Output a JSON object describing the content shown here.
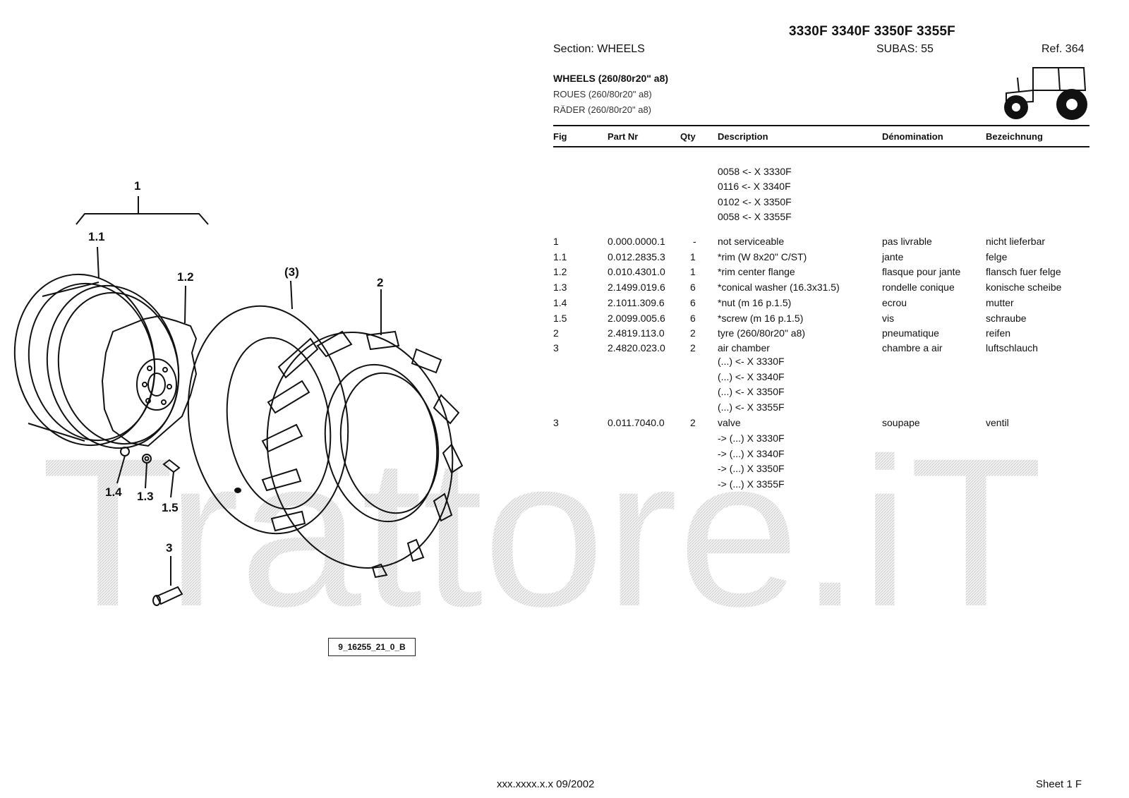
{
  "watermark_text": "Trattore.iT",
  "header": {
    "models": "3330F 3340F 3350F 3355F",
    "section": "Section: WHEELS",
    "subas": "SUBAS: 55",
    "ref": "Ref. 364"
  },
  "title": {
    "en": "WHEELS (260/80r20\" a8)",
    "fr": "ROUES (260/80r20\" a8)",
    "de": "RÄDER (260/80r20\" a8)"
  },
  "columns": {
    "fig": "Fig",
    "part": "Part Nr",
    "qty": "Qty",
    "desc": "Description",
    "denom": "Dénomination",
    "bez": "Bezeichnung"
  },
  "preface_lines": [
    "0058 <- X 3330F",
    "0116 <- X 3340F",
    "0102 <- X 3350F",
    "0058 <- X 3355F"
  ],
  "rows": [
    {
      "fig": "1",
      "part": "0.000.0000.1",
      "qty": "-",
      "desc": "not serviceable",
      "fr": "pas livrable",
      "de": "nicht lieferbar"
    },
    {
      "fig": "1.1",
      "part": "0.012.2835.3",
      "qty": "1",
      "desc": "*rim (W 8x20\" C/ST)",
      "fr": "jante",
      "de": "felge"
    },
    {
      "fig": "1.2",
      "part": "0.010.4301.0",
      "qty": "1",
      "desc": "*rim center flange",
      "fr": "flasque pour jante",
      "de": "flansch fuer felge"
    },
    {
      "fig": "1.3",
      "part": "2.1499.019.6",
      "qty": "6",
      "desc": "*conical washer (16.3x31.5)",
      "fr": "rondelle conique",
      "de": "konische scheibe"
    },
    {
      "fig": "1.4",
      "part": "2.1011.309.6",
      "qty": "6",
      "desc": "*nut (m 16 p.1.5)",
      "fr": "ecrou",
      "de": "mutter"
    },
    {
      "fig": "1.5",
      "part": "2.0099.005.6",
      "qty": "6",
      "desc": "*screw (m 16 p.1.5)",
      "fr": "vis",
      "de": "schraube"
    },
    {
      "fig": "2",
      "part": "2.4819.113.0",
      "qty": "2",
      "desc": "tyre (260/80r20\" a8)",
      "fr": "pneumatique",
      "de": "reifen"
    },
    {
      "fig": "3",
      "part": "2.4820.023.0",
      "qty": "2",
      "desc": "air chamber",
      "fr": "chambre a air",
      "de": "luftschlauch"
    }
  ],
  "air_chamber_notes": [
    "(...) <- X 3330F",
    "(...) <- X 3340F",
    "(...) <- X 3350F",
    "(...) <- X 3355F"
  ],
  "valve_row": {
    "fig": "3",
    "part": "0.011.7040.0",
    "qty": "2",
    "desc": "valve",
    "fr": "soupape",
    "de": "ventil"
  },
  "valve_notes": [
    "-> (...) X  3330F",
    "-> (...) X  3340F",
    "-> (...) X  3350F",
    "-> (...) X  3355F"
  ],
  "callouts": {
    "c1": "1",
    "c11": "1.1",
    "c12": "1.2",
    "c3p": "(3)",
    "c2": "2",
    "c14": "1.4",
    "c13": "1.3",
    "c15": "1.5",
    "c3": "3"
  },
  "figure_ref": "9_16255_21_0_B",
  "footer": {
    "code": "xxx.xxxx.x.x  09/2002",
    "sheet": "Sheet 1 F"
  }
}
